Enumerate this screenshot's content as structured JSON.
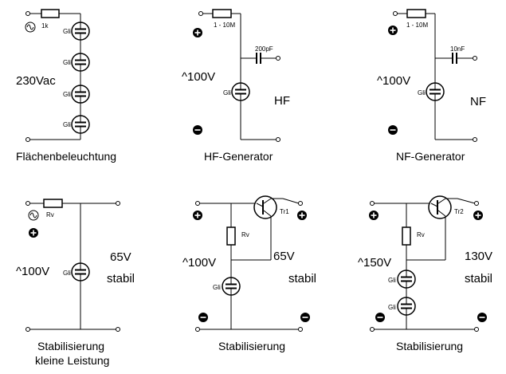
{
  "circuits": {
    "flaechen": {
      "caption": "Flächenbeleuchtung",
      "resistor": "1k",
      "voltage": "230Vac",
      "lamps": [
        "Gli",
        "Gli",
        "Gli",
        "Gli"
      ]
    },
    "hf": {
      "caption": "HF-Generator",
      "resistor": "1 - 10M",
      "capacitor": "200pF",
      "voltage": "^100V",
      "lamp": "Gli",
      "mode": "HF"
    },
    "nf": {
      "caption": "NF-Generator",
      "resistor": "1 - 10M",
      "capacitor": "10nF",
      "voltage": "^100V",
      "lamp": "Gli",
      "mode": "NF"
    },
    "stab1": {
      "caption_line1": "Stabilisierung",
      "caption_line2": "kleine Leistung",
      "resistor": "Rv",
      "voltage": "^100V",
      "lamp": "Gli",
      "out_voltage": "65V",
      "out_label": "stabil"
    },
    "stab2": {
      "caption": "Stabilisierung",
      "resistor": "Rv",
      "transistor": "Tr1",
      "voltage": "^100V",
      "lamp": "Gli",
      "out_voltage": "65V",
      "out_label": "stabil"
    },
    "stab3": {
      "caption": "Stabilisierung",
      "resistor": "Rv",
      "transistor": "Tr2",
      "voltage": "^150V",
      "lamps": [
        "Gli",
        "Gli"
      ],
      "out_voltage": "130V",
      "out_label": "stabil"
    }
  }
}
